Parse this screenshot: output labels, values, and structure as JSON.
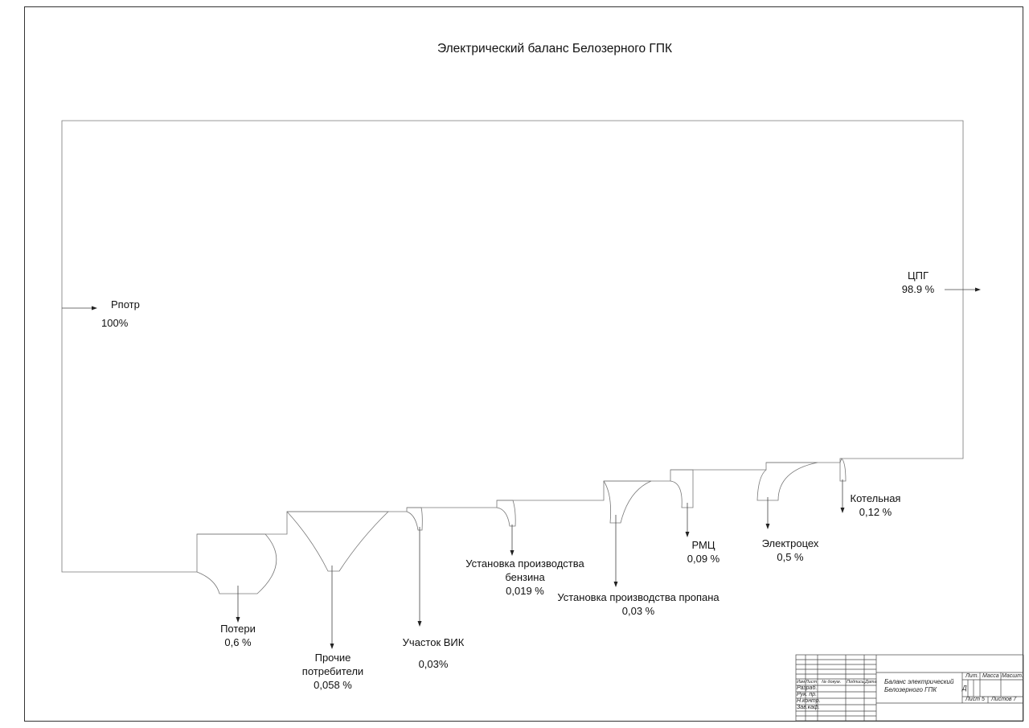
{
  "diagram": {
    "title": "Электрический баланс Белозерного ГПК",
    "input": {
      "name": "Pпотр",
      "value": "100%"
    },
    "output": {
      "name": "ЦПГ",
      "value": "98.9 %"
    },
    "branches": [
      {
        "name_lines": [
          "Потери"
        ],
        "value": "0,6 %"
      },
      {
        "name_lines": [
          "Прочие",
          "потребители"
        ],
        "value": "0,058 %"
      },
      {
        "name_lines": [
          "Участок ВИК"
        ],
        "value": "0,03%"
      },
      {
        "name_lines": [
          "Установка производства",
          "бензина"
        ],
        "value": "0,019 %"
      },
      {
        "name_lines": [
          "Установка производства пропана"
        ],
        "value": "0,03 %"
      },
      {
        "name_lines": [
          "РМЦ"
        ],
        "value": "0,09 %"
      },
      {
        "name_lines": [
          "Электроцех"
        ],
        "value": "0,5 %"
      },
      {
        "name_lines": [
          "Котельная"
        ],
        "value": "0,12 %"
      }
    ]
  },
  "title_block": {
    "document_title_lines": [
      "Баланс электрический",
      "Белозерного ГПК"
    ],
    "column_headers": [
      "Изм",
      "Лист",
      "№ докум.",
      "Подпись",
      "Дата"
    ],
    "row_labels": [
      "Разраб.",
      "Рук. пр.",
      "Н.контр.",
      "Зав.каф."
    ],
    "lit_label": "Лит.",
    "mass_label": "Масса",
    "scale_label": "Масшт.",
    "lit_value": "Д",
    "sheet_label": "Лист 5",
    "sheets_label": "Листов 7"
  }
}
